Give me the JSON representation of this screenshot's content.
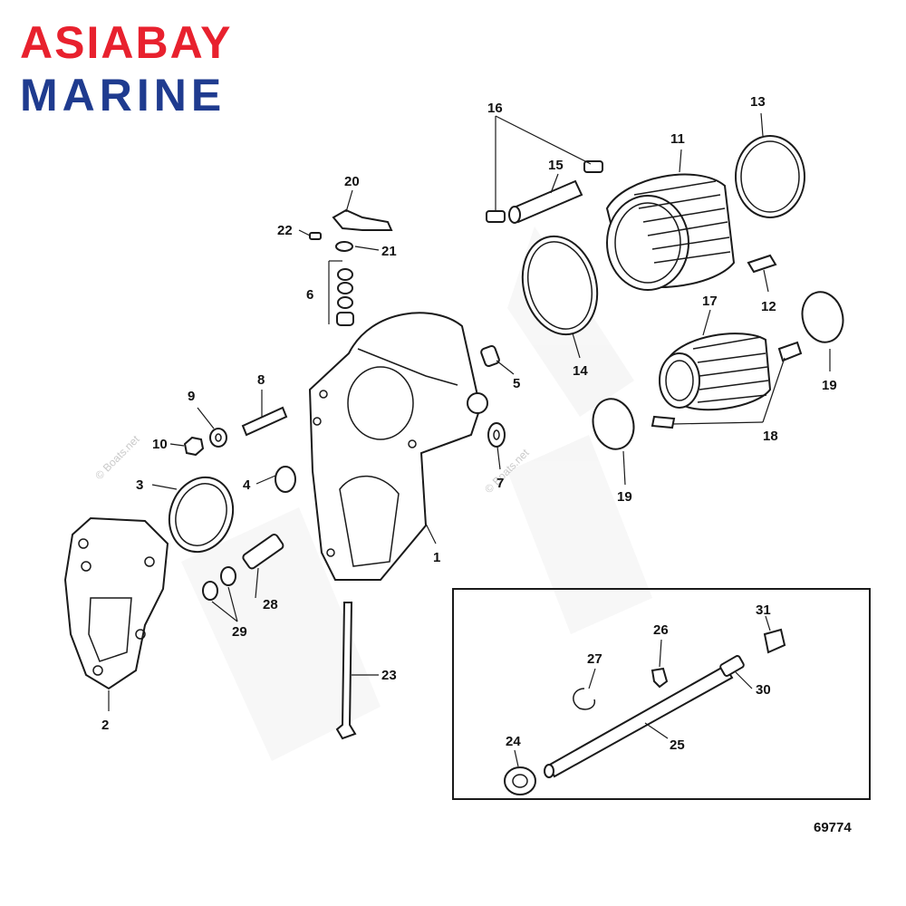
{
  "brand": {
    "logo_line1": "ASIABAY",
    "logo_line2": "MARINE",
    "color_red": "#e8212e",
    "color_blue": "#1f3b8f"
  },
  "watermark": {
    "text_left": "© Boats.net",
    "text_right": "© Boats.net"
  },
  "drawing_number": "69774",
  "callouts": {
    "c1": "1",
    "c2": "2",
    "c3": "3",
    "c4": "4",
    "c5": "5",
    "c6": "6",
    "c7": "7",
    "c8": "8",
    "c9": "9",
    "c10": "10",
    "c11": "11",
    "c12": "12",
    "c13": "13",
    "c14": "14",
    "c15": "15",
    "c16": "16",
    "c17": "17",
    "c18": "18",
    "c19a": "19",
    "c19b": "19",
    "c20": "20",
    "c21": "21",
    "c22": "22",
    "c23": "23",
    "c24": "24",
    "c25": "25",
    "c26": "26",
    "c27": "27",
    "c28": "28",
    "c29": "29",
    "c30": "30",
    "c31": "31"
  }
}
